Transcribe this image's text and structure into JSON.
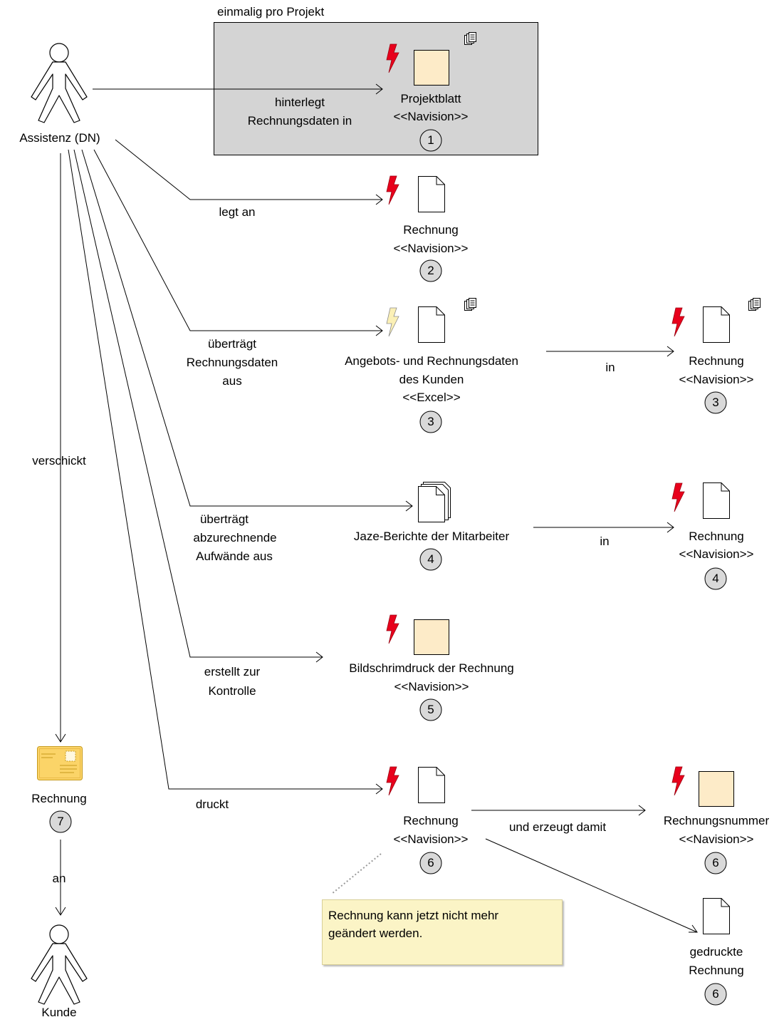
{
  "group": {
    "label": "einmalig pro Projekt"
  },
  "actors": {
    "assistant": "Assistenz (DN)",
    "customer": "Kunde"
  },
  "nodes": {
    "projektblatt": {
      "name": "Projektblatt",
      "stereotype": "<<Navision>>",
      "step": "1"
    },
    "rechnung2": {
      "name": "Rechnung",
      "stereotype": "<<Navision>>",
      "step": "2"
    },
    "angebot": {
      "name1": "Angebots- und Rechnungsdaten",
      "name2": "des Kunden",
      "stereotype": "<<Excel>>",
      "step": "3"
    },
    "rechnung3": {
      "name": "Rechnung",
      "stereotype": "<<Navision>>",
      "step": "3"
    },
    "jaze": {
      "name": "Jaze-Berichte der Mitarbeiter",
      "step": "4"
    },
    "rechnung4": {
      "name": "Rechnung",
      "stereotype": "<<Navision>>",
      "step": "4"
    },
    "bildschirm": {
      "name": "Bildschrimdruck der Rechnung",
      "stereotype": "<<Navision>>",
      "step": "5"
    },
    "rechnung6": {
      "name": "Rechnung",
      "stereotype": "<<Navision>>",
      "step": "6"
    },
    "rechnungsnummer": {
      "name": "Rechnungsnummer",
      "stereotype": "<<Navision>>",
      "step": "6"
    },
    "gedruckt": {
      "name1": "gedruckte",
      "name2": "Rechnung",
      "step": "6"
    },
    "brief": {
      "name": "Rechnung",
      "step": "7"
    }
  },
  "edges": {
    "hinterlegt1": "hinterlegt",
    "hinterlegt2": "Rechnungsdaten in",
    "legt_an": "legt an",
    "uebertraegt_a1": "überträgt",
    "uebertraegt_a2": "Rechnungsdaten",
    "uebertraegt_a3": "aus",
    "in_3": "in",
    "uebertraegt_b1": "überträgt",
    "uebertraegt_b2": "abzurechnende",
    "uebertraegt_b3": "Aufwände aus",
    "in_4": "in",
    "erstellt1": "erstellt zur",
    "erstellt2": "Kontrolle",
    "druckt": "druckt",
    "erzeugt": "und erzeugt damit",
    "verschickt": "verschickt",
    "an": "an"
  },
  "note": {
    "text1": "Rechnung kann jetzt nicht mehr",
    "text2": "geändert werden."
  },
  "colors": {
    "group_fill": "#d4d4d4",
    "entity_fill": "#fdebc8",
    "bolt_red": "#e8001c",
    "bolt_pale": "#fbf0b6",
    "note_fill": "#fbf4c6"
  }
}
